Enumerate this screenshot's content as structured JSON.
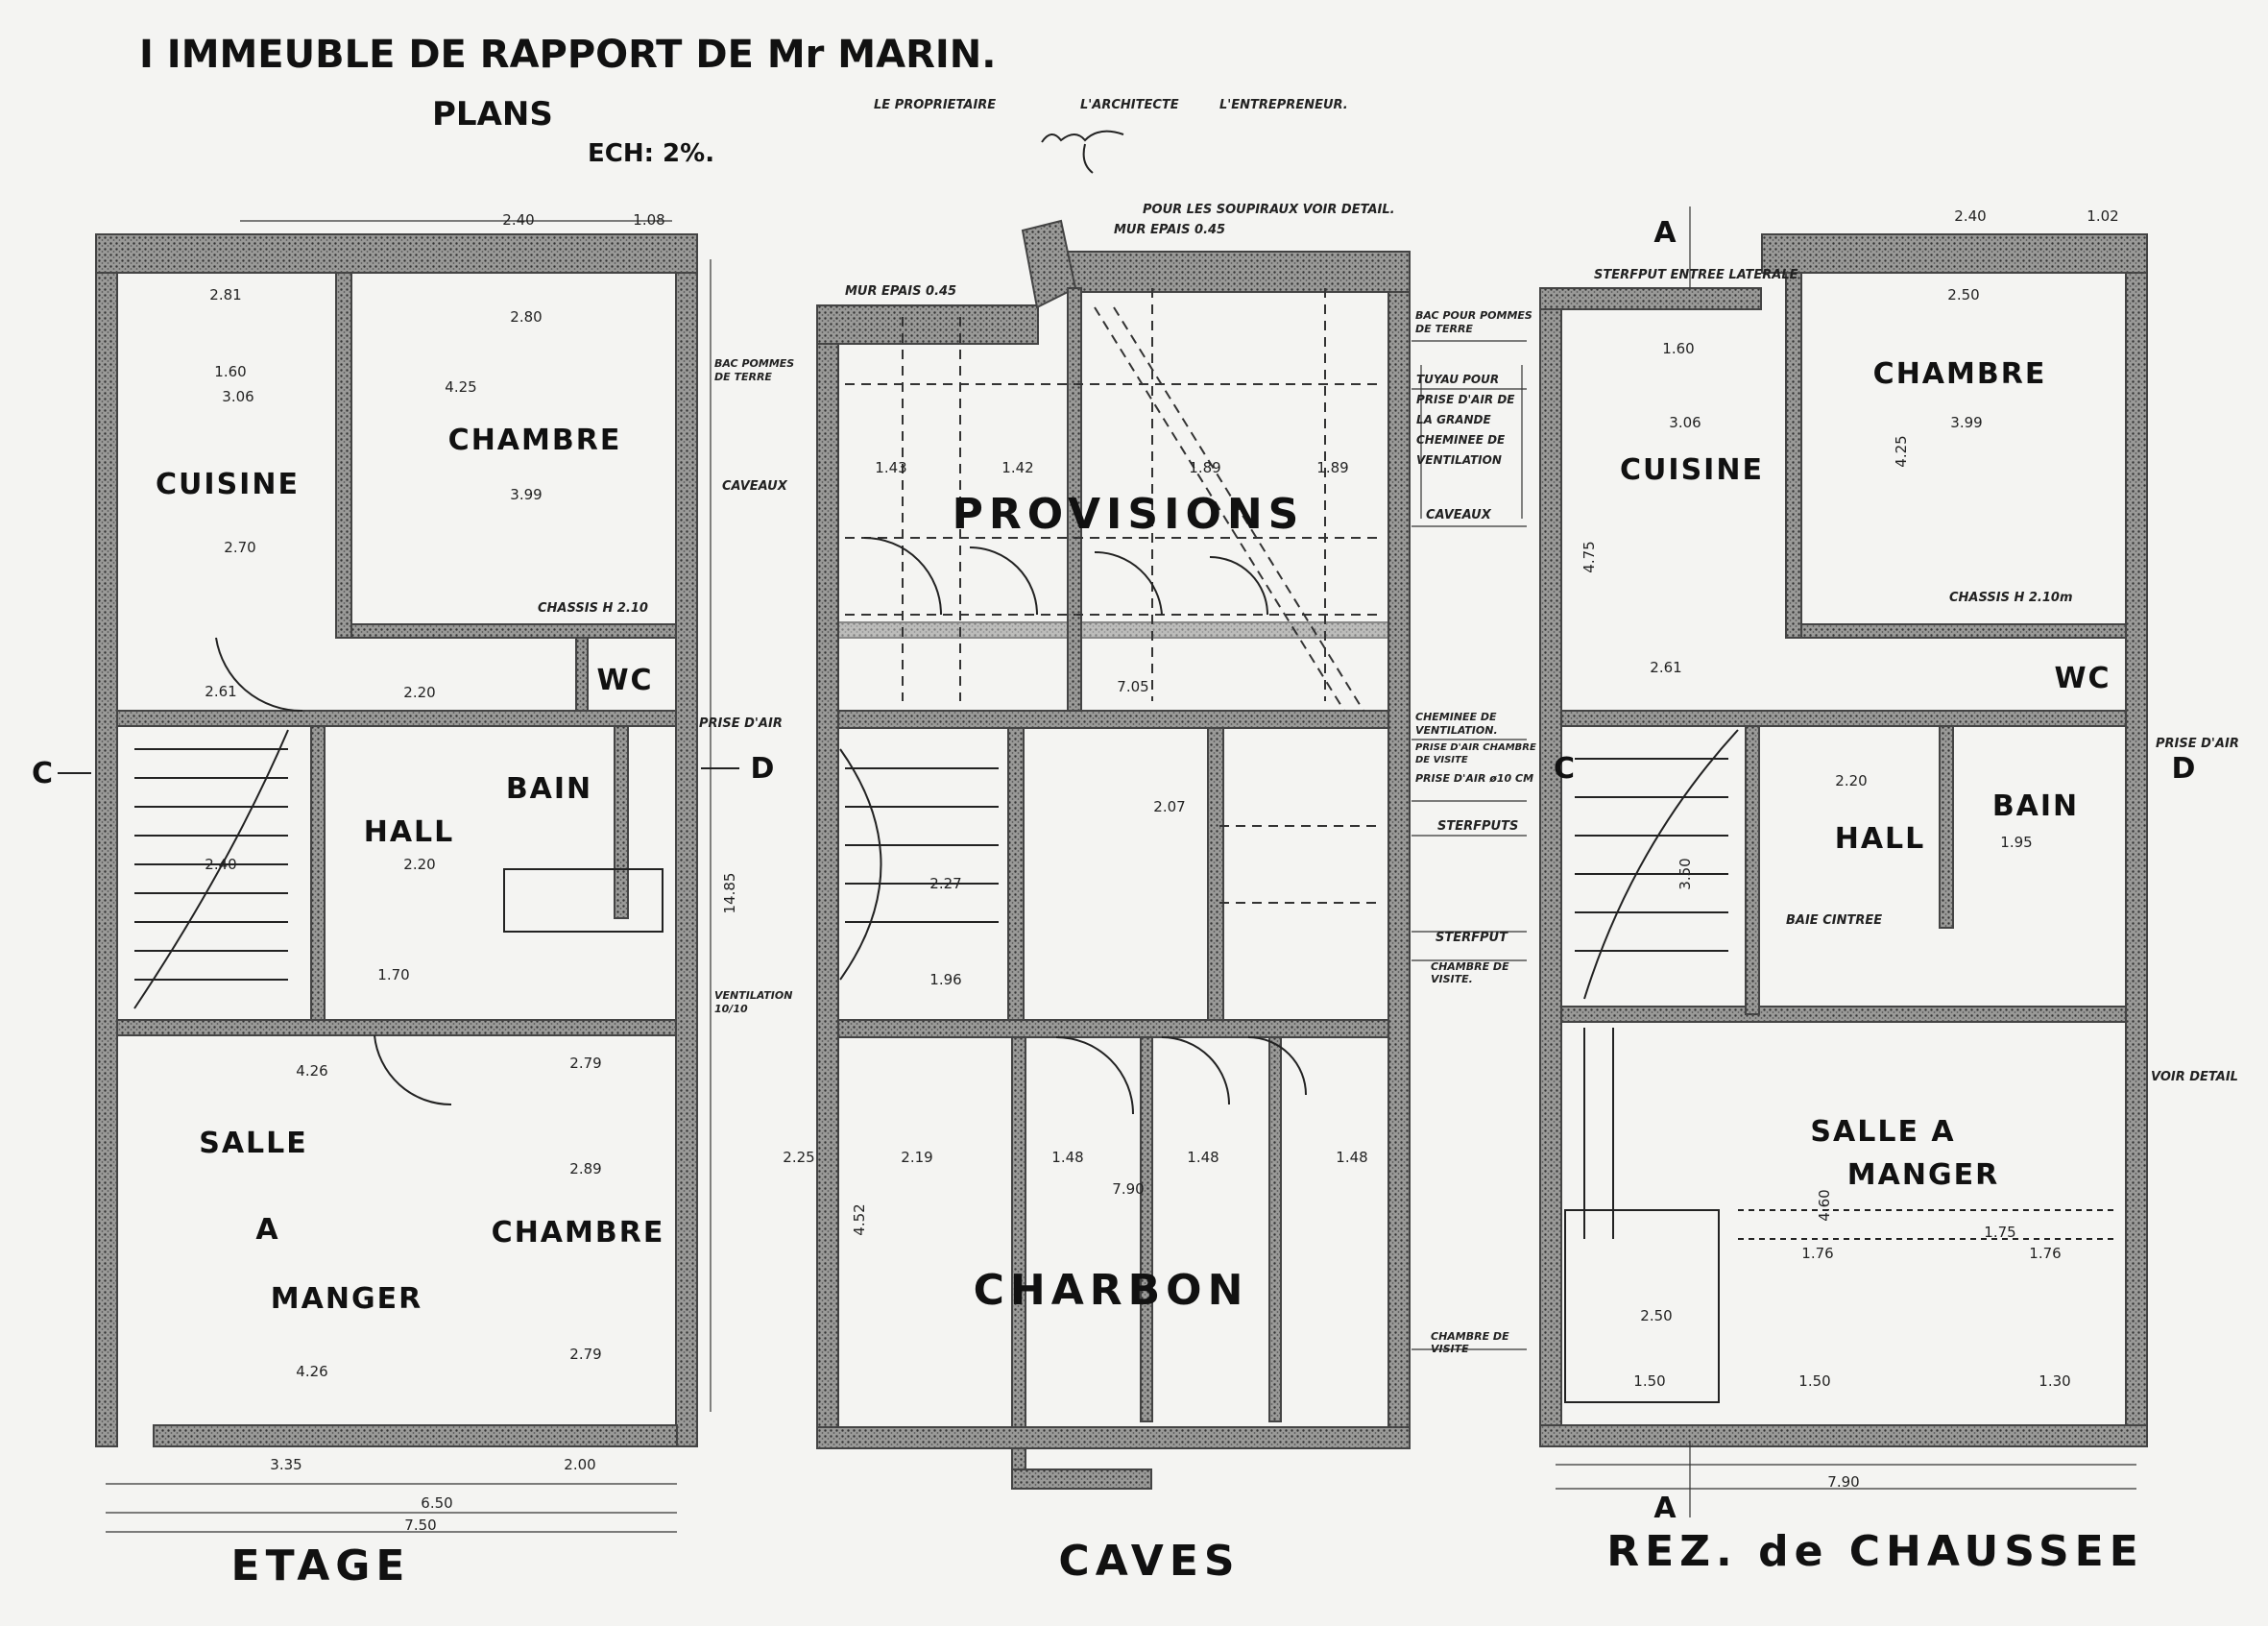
{
  "header": {
    "title": "I IMMEUBLE DE RAPPORT DE Mr MARIN.",
    "subtitle": "PLANS",
    "scale": "ECH: 2%.",
    "signatories": [
      "LE PROPRIETAIRE",
      "L'ARCHITECTE",
      "L'ENTREPRENEUR."
    ],
    "signature": "E. ..."
  },
  "plans": {
    "etage": {
      "label": "ETAGE",
      "rooms": [
        "CUISINE",
        "CHAMBRE",
        "HALL",
        "BAIN",
        "WC",
        "SALLE",
        "A",
        "MANGER",
        "CHAMBRE"
      ],
      "notes": [
        "BAC POMMES DE TERRE",
        "CAVEAUX",
        "PRISE D'AIR",
        "VENTILATION 10/10",
        "CHASSIS H 2.10"
      ],
      "section_marks": [
        "C",
        "D"
      ],
      "dims": [
        "2.40",
        "1.08",
        "2.81",
        "1.60",
        "3.06",
        "2.80",
        "4.25",
        "3.99",
        "2.70",
        "2.61",
        "2.20",
        "2.40",
        "2.20",
        "1.70",
        "4.26",
        "2.89",
        "2.79",
        "4.26",
        "2.79",
        "3.35",
        "2.00",
        "6.50",
        "7.50",
        "14.85"
      ]
    },
    "caves": {
      "label": "CAVES",
      "rooms": [
        "PROVISIONS",
        "CHARBON"
      ],
      "notes": [
        "POUR LES SOUPIRAUX VOIR DETAIL.",
        "MUR EPAIS 0.45",
        "MUR EPAIS 0.45",
        "BAC POUR POMMES DE TERRE",
        "TUYAU POUR PRISE D'AIR DE LA GRANDE CHEMINEE DE VENTILATION",
        "CAVEAUX",
        "CHEMINEE DE VENTILATION.",
        "PRISE D'AIR CHAMBRE DE VISITE",
        "PRISE D'AIR ø10 CM",
        "STERFPUTS",
        "STERFPUT",
        "CHAMBRE DE VISITE.",
        "CHAMBRE DE VISITE"
      ],
      "dims": [
        "1.43",
        "1.42",
        "1.89",
        "1.89",
        "7.05",
        "2.07",
        "2.27",
        "1.96",
        "2.19",
        "1.48",
        "1.48",
        "1.48",
        "7.90",
        "4.52",
        "2.25"
      ]
    },
    "rez": {
      "label": "REZ. de CHAUSSEE",
      "rooms": [
        "CUISINE",
        "CHAMBRE",
        "HALL",
        "BAIN",
        "WC",
        "SALLE A",
        "MANGER"
      ],
      "notes": [
        "STERFPUT ENTREE LATERALE",
        "CHASSIS H 2.10m",
        "BAIE CINTREE",
        "PRISE D'AIR",
        "VOIR DETAIL"
      ],
      "section_marks": [
        "A",
        "A",
        "C",
        "D"
      ],
      "dims": [
        "2.40",
        "1.02",
        "2.50",
        "1.60",
        "3.06",
        "3.99",
        "4.25",
        "4.75",
        "2.61",
        "2.20",
        "3.50",
        "1.95",
        "4.60",
        "1.75",
        "1.76",
        "1.76",
        "2.50",
        "1.50",
        "1.50",
        "1.30",
        "7.90"
      ]
    }
  }
}
